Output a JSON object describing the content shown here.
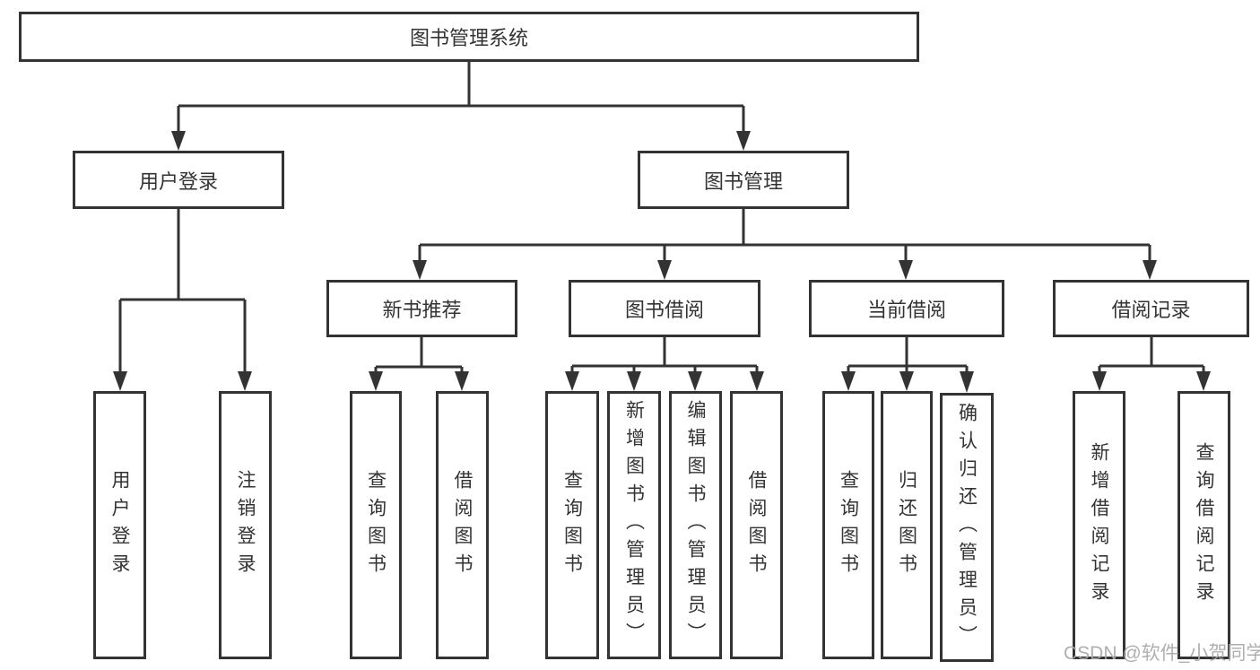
{
  "tree": {
    "root": {
      "label": "图书管理系统",
      "children": [
        {
          "label": "用户登录",
          "children": [
            {
              "label": "用户登录"
            },
            {
              "label": "注销登录"
            }
          ]
        },
        {
          "label": "图书管理",
          "children": [
            {
              "label": "新书推荐",
              "children": [
                {
                  "label": "查询图书"
                },
                {
                  "label": "借阅图书"
                }
              ]
            },
            {
              "label": "图书借阅",
              "children": [
                {
                  "label": "查询图书"
                },
                {
                  "label": "新增图书（管理员）"
                },
                {
                  "label": "编辑图书（管理员）"
                },
                {
                  "label": "借阅图书"
                }
              ]
            },
            {
              "label": "当前借阅",
              "children": [
                {
                  "label": "查询图书"
                },
                {
                  "label": "归还图书"
                },
                {
                  "label": "确认归还（管理员）"
                }
              ]
            },
            {
              "label": "借阅记录",
              "children": [
                {
                  "label": "新增借阅记录"
                },
                {
                  "label": "查询借阅记录"
                }
              ]
            }
          ]
        }
      ]
    }
  },
  "watermark": "CSDN @软件_小贺同学",
  "colors": {
    "line": "#333333",
    "text": "#333333",
    "box_background": "#ffffff",
    "watermark": "#a8a8a8"
  }
}
